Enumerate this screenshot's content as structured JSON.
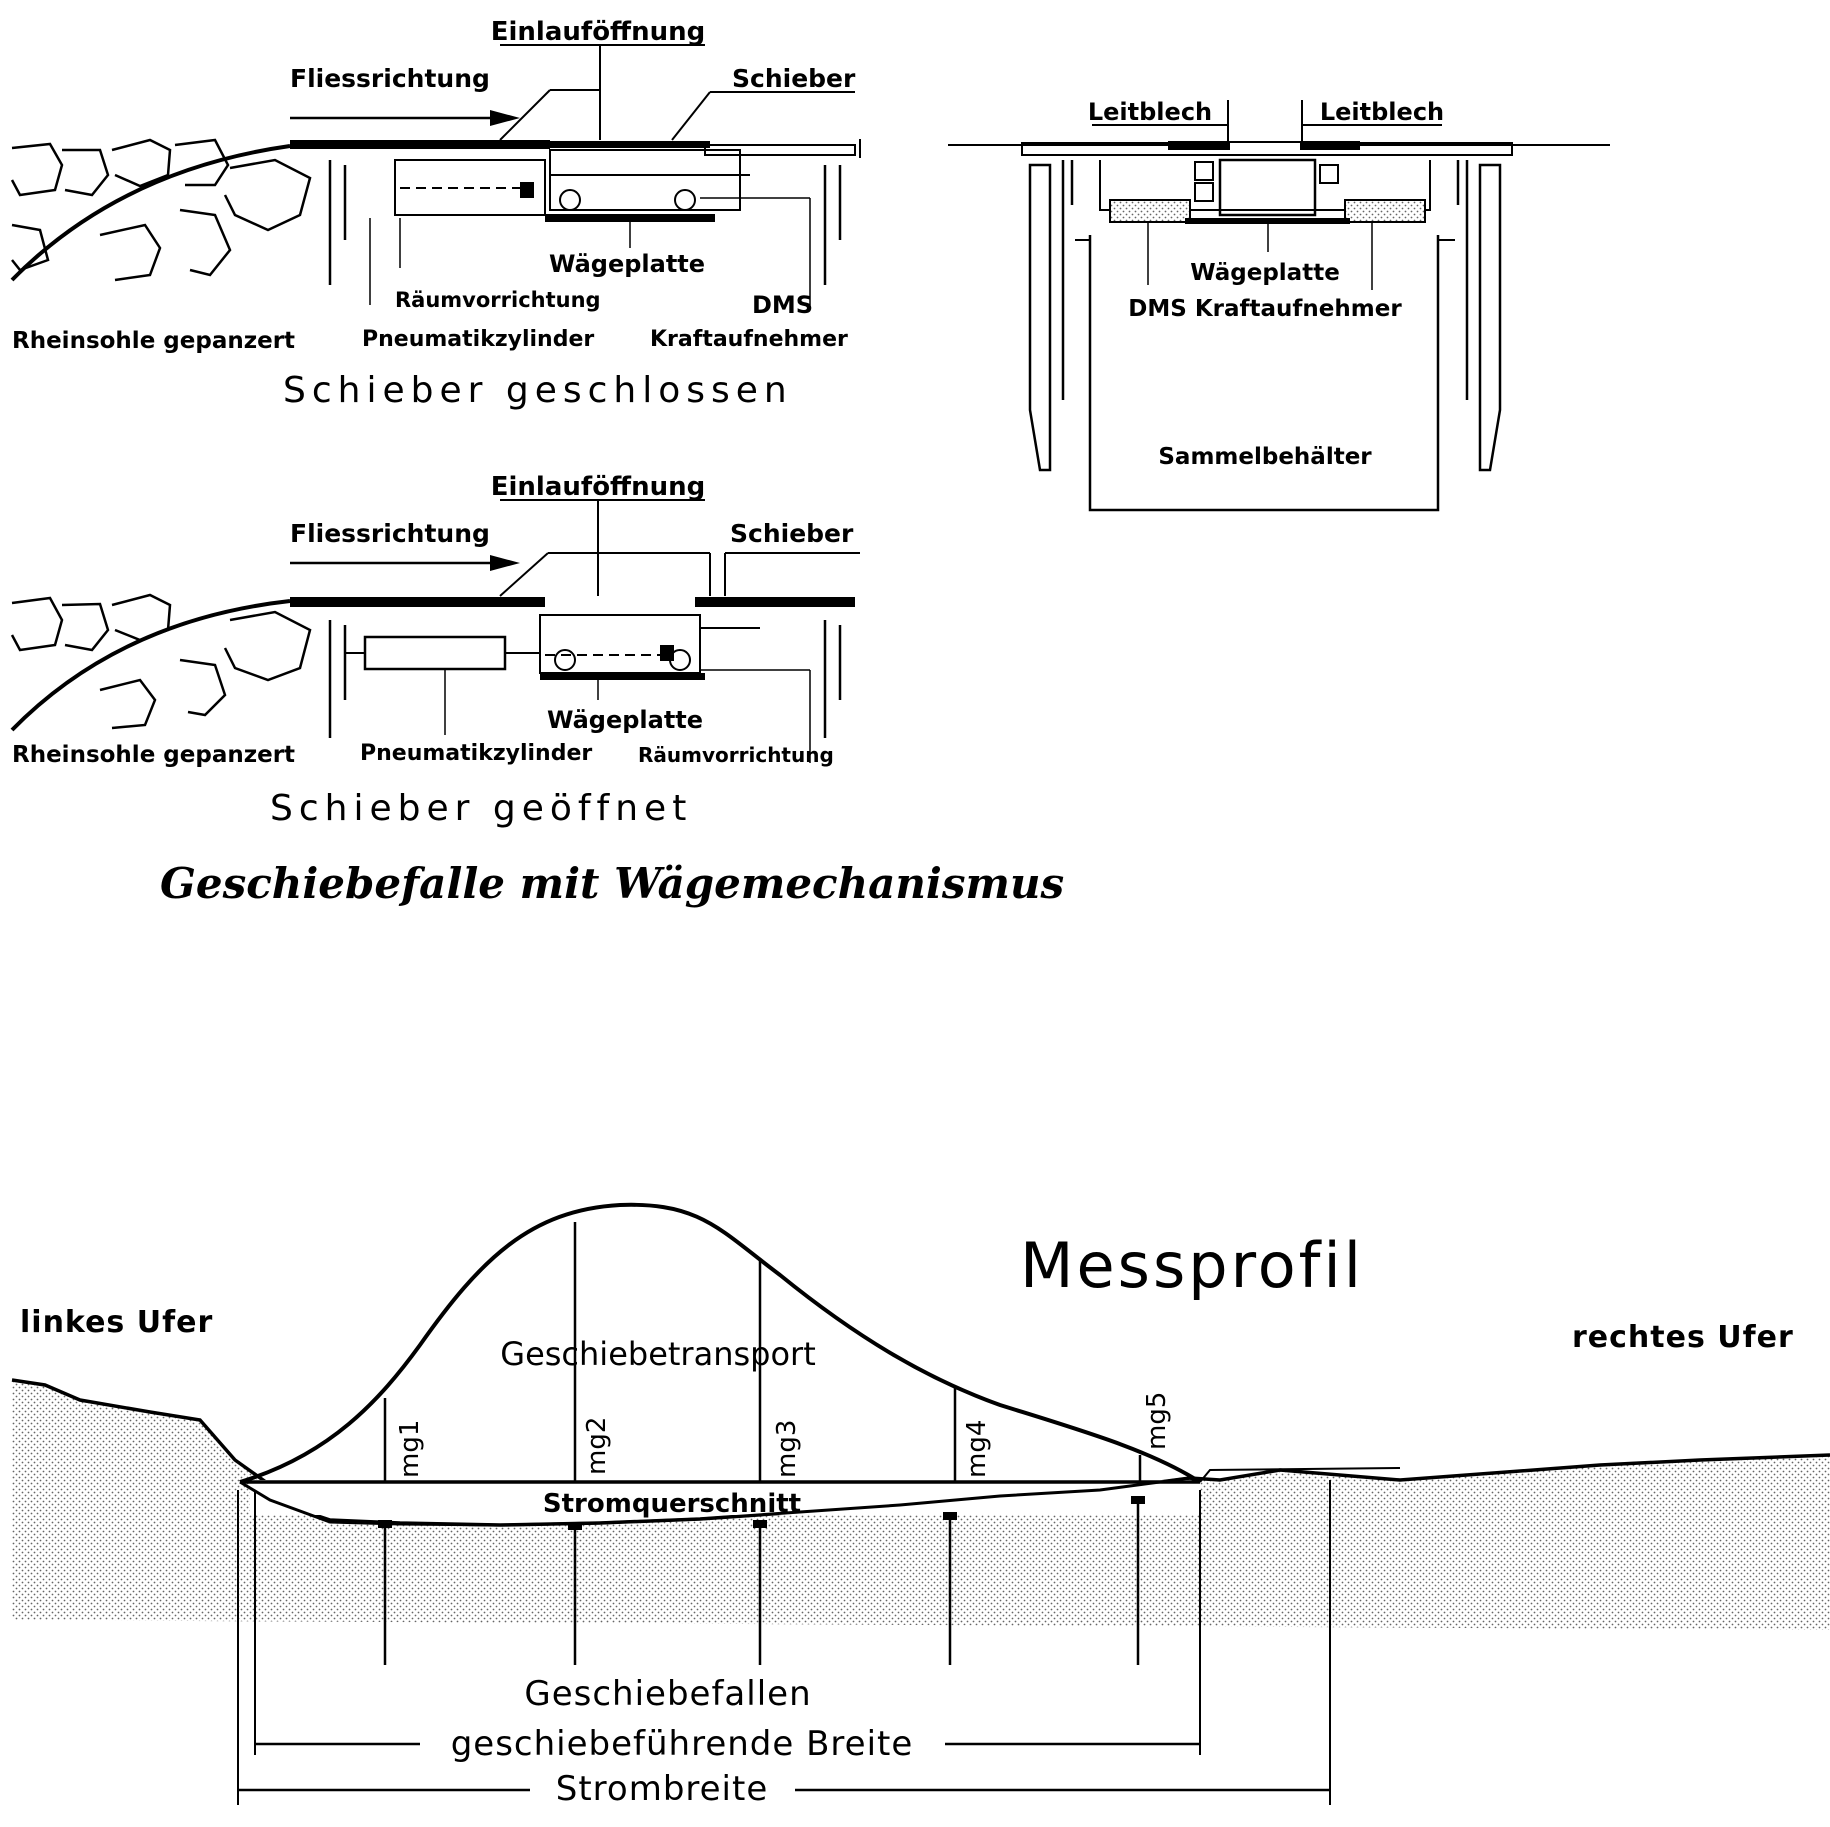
{
  "closed_view": {
    "einlauf": "Einlauföffnung",
    "fliess": "Fliessrichtung",
    "schieber": "Schieber",
    "waegeplatte": "Wägeplatte",
    "raeum": "Räumvorrichtung",
    "dms": "DMS",
    "pneumatik": "Pneumatikzylinder",
    "kraft": "Kraftaufnehmer",
    "sohle": "Rheinsohle gepanzert",
    "caption": "Schieber geschlossen"
  },
  "open_view": {
    "einlauf": "Einlauföffnung",
    "fliess": "Fliessrichtung",
    "schieber": "Schieber",
    "waegeplatte": "Wägeplatte",
    "sohle": "Rheinsohle gepanzert",
    "pneumatik": "Pneumatikzylinder",
    "raeum": "Räumvorrichtung",
    "caption": "Schieber geöffnet"
  },
  "section_view": {
    "leitblech_left": "Leitblech",
    "leitblech_right": "Leitblech",
    "waegeplatte": "Wägeplatte",
    "dms_kraft": "DMS Kraftaufnehmer",
    "sammel": "Sammelbehälter"
  },
  "figure_title": "Geschiebefalle mit Wägemechanismus",
  "profile": {
    "title": "Messprofil",
    "left_bank": "linkes Ufer",
    "right_bank": "rechtes Ufer",
    "transport": "Geschiebetransport",
    "cross_section": "Stromquerschnitt",
    "traps": "Geschiebefallen",
    "bed_load_width": "geschiebeführende Breite",
    "river_width": "Strombreite",
    "mg1": "mg1",
    "mg2": "mg2",
    "mg3": "mg3",
    "mg4": "mg4",
    "mg5": "mg5"
  }
}
